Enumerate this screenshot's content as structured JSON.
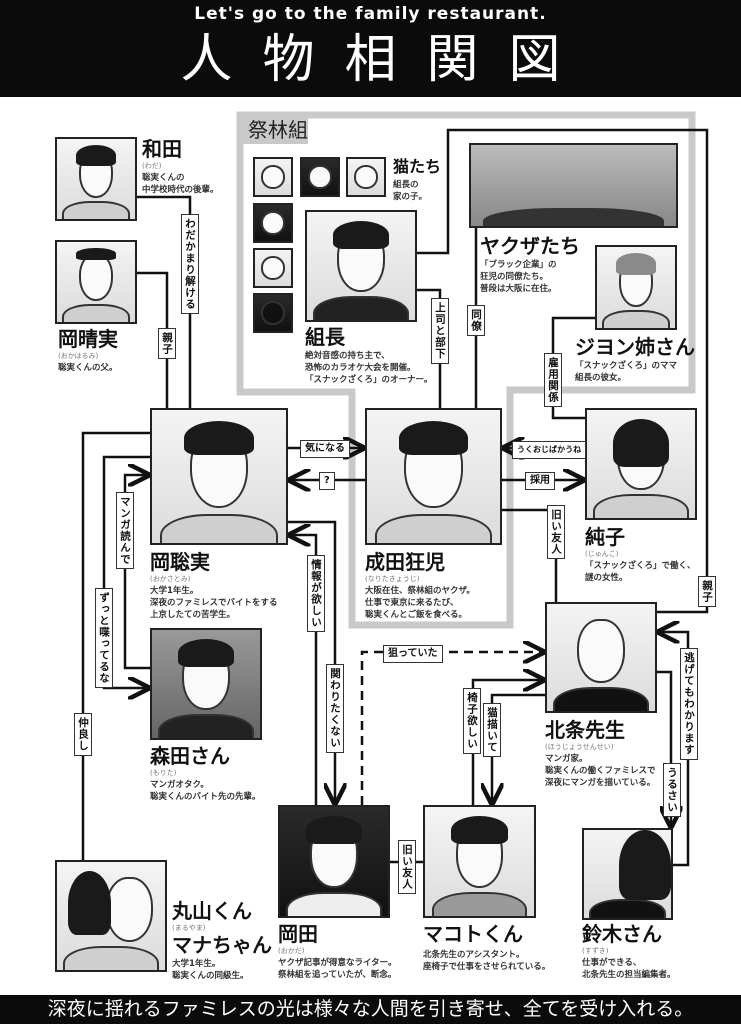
{
  "header": {
    "subtitle": "Let's go to the family restaurant.",
    "title": "人物相関図"
  },
  "group": {
    "label": "祭林組"
  },
  "characters": {
    "wada": {
      "name": "和田",
      "reading": "(わだ)",
      "desc": "聡実くんの\n中学校時代の後輩。"
    },
    "harumi": {
      "name": "岡晴実",
      "reading": "(おかはるみ)",
      "desc": "聡実くんの父。"
    },
    "cats": {
      "name": "猫たち",
      "desc": "組長の\n家の子。"
    },
    "kumicho": {
      "name": "組長",
      "desc": "絶対音感の持ち主で、\n恐怖のカラオケ大会を開催。\n「スナックざくろ」のオーナー。"
    },
    "yakuza": {
      "name": "ヤクザたち",
      "desc": "「ブラック企業」の\n狂児の同僚たち。\n普段は大阪に在住。"
    },
    "jiyon": {
      "name": "ジヨン姉さん",
      "desc": "「スナックざくろ」のママ\n組長の彼女。"
    },
    "satomi": {
      "name": "岡聡実",
      "reading": "(おかさとみ)",
      "desc": "大学1年生。\n深夜のファミレスでバイトをする\n上京したての苦学生。"
    },
    "kyoji": {
      "name": "成田狂児",
      "reading": "(なりたきょうじ)",
      "desc": "大阪在住、祭林組のヤクザ。\n仕事で東京に来るたび、\n聡実くんとご飯を食べる。"
    },
    "junko": {
      "name": "純子",
      "reading": "(じゅんこ)",
      "desc": "「スナックざくろ」で働く、\n謎の女性。"
    },
    "morita": {
      "name": "森田さん",
      "reading": "(もりた)",
      "desc": "マンガオタク。\n聡実くんのバイト先の先輩。"
    },
    "hojo": {
      "name": "北条先生",
      "reading": "(ほうじょうせんせい)",
      "desc": "マンガ家。\n聡実くんの働くファミレスで\n深夜にマンガを描いている。"
    },
    "okada": {
      "name": "岡田",
      "reading": "(おかだ)",
      "desc": "ヤクザ記事が得意なライター。\n祭林組を追っていたが、断念。"
    },
    "makoto": {
      "name": "マコトくん",
      "desc": "北条先生のアシスタント。\n座椅子で仕事をさせられている。"
    },
    "suzuki": {
      "name": "鈴木さん",
      "reading": "(すずき)",
      "desc": "仕事ができる、\n北条先生の担当編集者。"
    },
    "maruyama": {
      "name": "丸山くん",
      "reading": "(まるやま)",
      "name2": "マナちゃん",
      "desc": "大学1年生。\n聡実くんの同級生。"
    }
  },
  "relations": {
    "wadakamari": "わだかまり解ける",
    "oyako1": "親子",
    "joshi": "上司と部下",
    "doryo": "同僚",
    "koyo": "雇用関係",
    "kininaru": "気になる",
    "question": "?",
    "ukuoji": "うくおじばかうね",
    "saiyo": "採用",
    "furui1": "旧い友人",
    "oyako2": "親子",
    "nakayoshi": "仲良し",
    "zutto": "ずっと喋ってるな",
    "manga": "マンガ読んで",
    "joho": "情報が欲しい",
    "kakawari": "関わりたくない",
    "neratte": "狙っていた",
    "isu": "椅子欲しい",
    "neko": "猫描いて",
    "furui2": "旧い友人",
    "nigete": "逃げてもわかります",
    "urusai": "うるさい"
  },
  "footer": {
    "text": "深夜に揺れるファミレスの光は様々な人間を引き寄せ、全てを受け入れる。"
  }
}
